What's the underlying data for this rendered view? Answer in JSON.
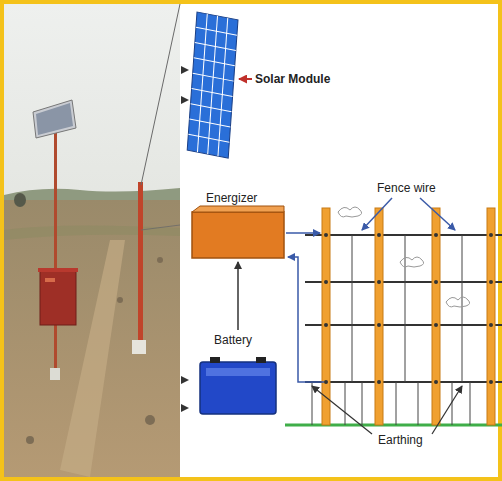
{
  "diagram": {
    "nodes": [
      {
        "text": [
          "Solar Module"
        ]
      },
      {
        "text": [
          "Energizer"
        ]
      },
      {
        "text": [
          "Battery"
        ]
      }
    ],
    "edges": [
      {
        "from": 2,
        "to": 1,
        "arrow": "to"
      }
    ],
    "labels": [
      "Fence wire",
      "Earthing"
    ]
  }
}
